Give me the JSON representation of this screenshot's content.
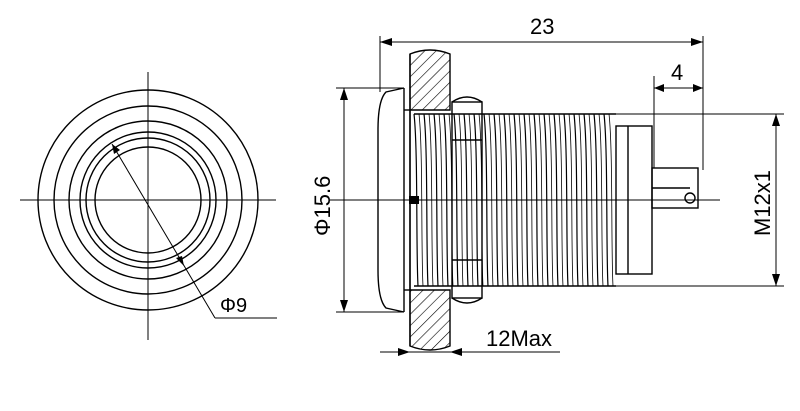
{
  "dimensions": {
    "overall_length": "23",
    "thread_end_length": "4",
    "bezel_diameter": "Φ15.6",
    "thread_spec": "M12x1",
    "lens_diameter": "Φ9",
    "panel_thickness": "12Max"
  },
  "colors": {
    "line": "#000000",
    "background": "#ffffff"
  }
}
